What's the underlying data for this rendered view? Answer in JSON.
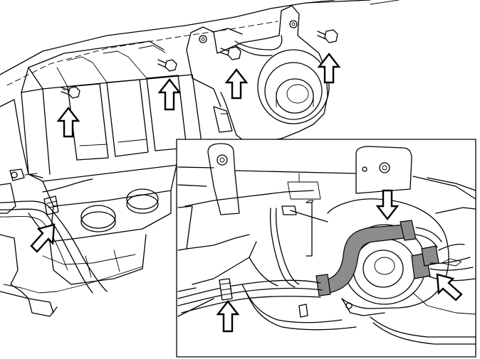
{
  "colors": {
    "background": "#ffffff",
    "line": "#000000",
    "highlight_part": "#8c8c8c"
  },
  "figure": {
    "main_view": "hvac-blower-housing-line-drawing",
    "detail_view": "blower-motor-wiring-detail",
    "icon_names": [
      "up-arrow-icon",
      "down-arrow-icon",
      "diagonal-arrow-icon",
      "bolt-icon"
    ],
    "callout_arrow_count": 8
  }
}
